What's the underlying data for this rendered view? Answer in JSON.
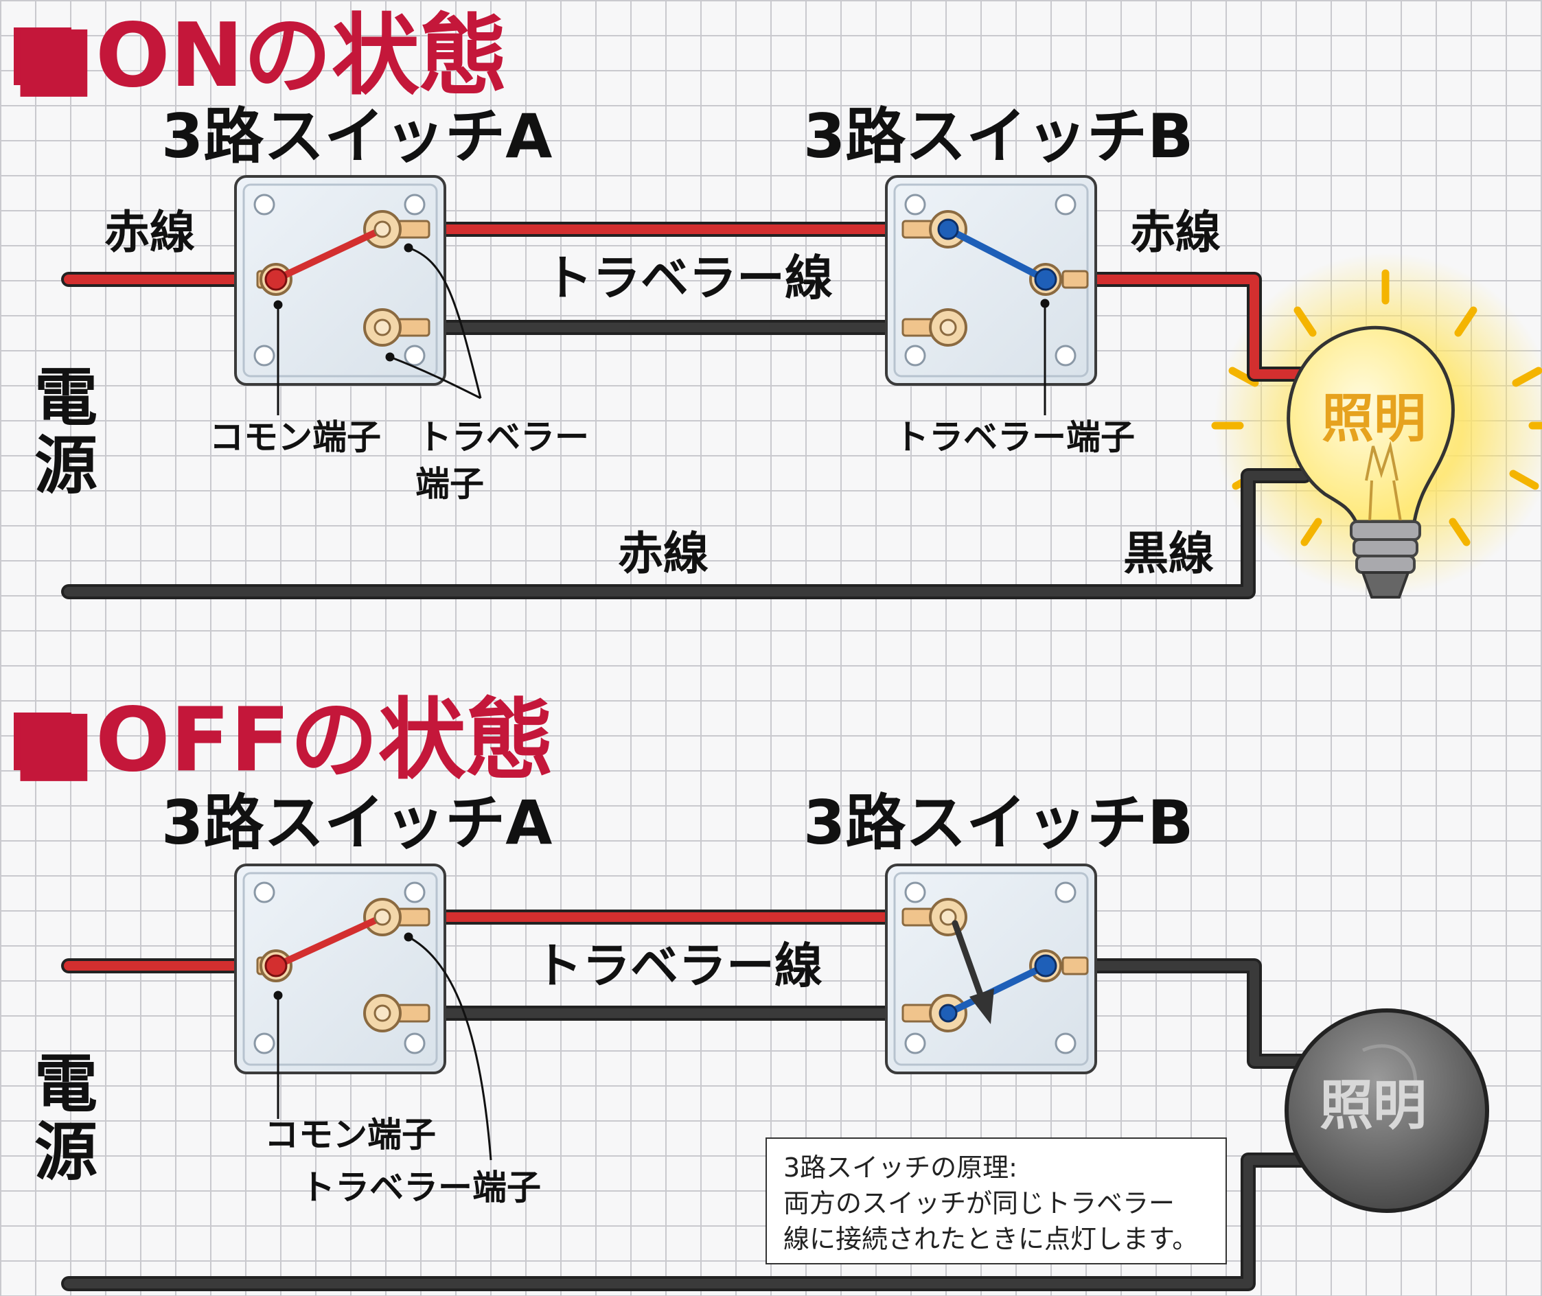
{
  "colors": {
    "accent_red": "#c4173a",
    "live_wire": "#d32f2f",
    "neutral_wire": "#2b2b2b",
    "switch_lever_b": "#1e5fb8",
    "lamp_on": "#ffd84a",
    "lamp_off": "#555555"
  },
  "on_state": {
    "heading": "■ONの状態",
    "switch_a_label": "3路スイッチA",
    "switch_b_label": "3路スイッチB",
    "wire_left_label": "赤線",
    "wire_right_label": "赤線",
    "traveler_label": "トラベラー線",
    "power_label": "電源",
    "common_terminal_label": "コモン端子",
    "traveler_terminal_a_line1": "トラベラー",
    "traveler_terminal_a_line2": "端子",
    "traveler_terminal_b_label": "トラベラー端子",
    "bottom_wire_label": "赤線",
    "black_wire_label": "黒線",
    "lamp_label": "照明",
    "lamp_state": "on"
  },
  "off_state": {
    "heading": "■OFFの状態",
    "switch_a_label": "3路スイッチA",
    "switch_b_label": "3路スイッチB",
    "traveler_label": "トラベラー線",
    "power_label": "電源",
    "common_terminal_label": "コモン端子",
    "traveler_terminal_label": "トラベラー端子",
    "lamp_label": "照明",
    "lamp_state": "off"
  },
  "note": {
    "line1": "3路スイッチの原理:",
    "line2": "両方のスイッチが同じトラベラー",
    "line3": "線に接続されたときに点灯します。"
  }
}
